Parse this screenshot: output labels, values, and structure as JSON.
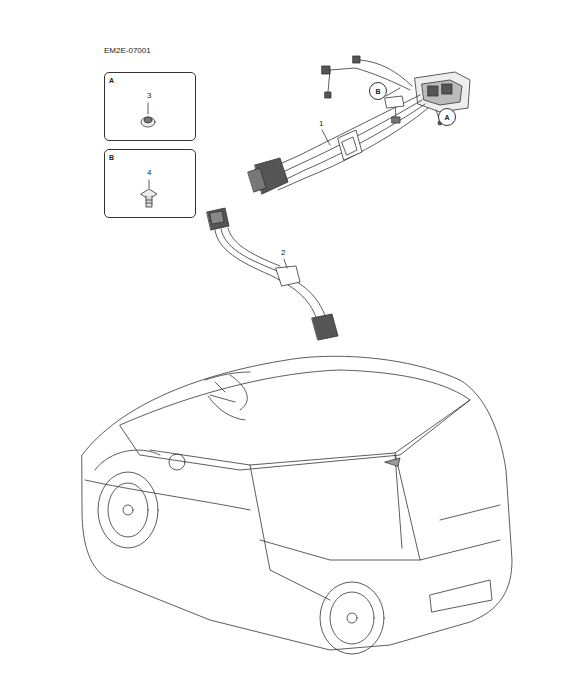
{
  "diagram": {
    "nodes": [
      {
        "text": [
          "A",
          "3"
        ]
      },
      {
        "text": [
          "B",
          "4"
        ]
      },
      {
        "text": [
          "B"
        ]
      },
      {
        "text": [
          "A"
        ]
      }
    ],
    "labels": [
      "EM2E-07001",
      "1",
      "2"
    ]
  }
}
